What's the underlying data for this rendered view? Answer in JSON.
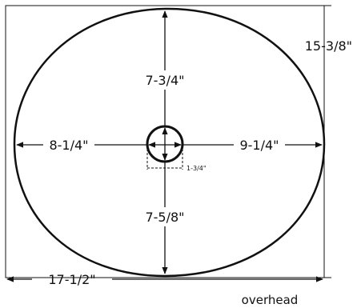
{
  "dimensions": {
    "top": "7-3/4\"",
    "bottom": "7-5/8\"",
    "left": "8-1/4\"",
    "right": "9-1/4\"",
    "hole": "1-3/4\"",
    "height": "15-3/8\"",
    "width": "17-1/2\""
  },
  "caption": "overhead",
  "colors": {
    "stroke": "#111111",
    "background": "#ffffff"
  }
}
